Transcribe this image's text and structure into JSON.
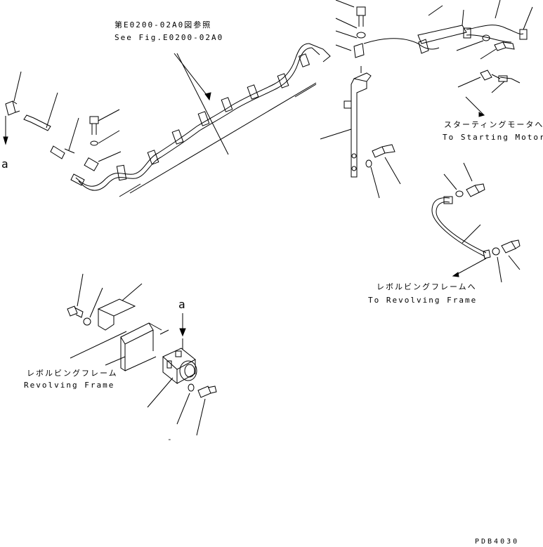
{
  "labels": {
    "ref_jp": "第E0200-02A0図参照",
    "ref_en": "See Fig.E0200-02A0",
    "starting_jp": "スターティングモータへ",
    "starting_en": "To Starting Motor",
    "revolving_upper_jp": "レボルビングフレームへ",
    "revolving_upper_en": "To Revolving Frame",
    "revolving_lower_jp": "レボルビングフレーム",
    "revolving_lower_en": "Revolving Frame",
    "view_mark_top": "a",
    "view_mark_bottom": "a",
    "tick_mark": "-",
    "drawing_code": "PDB4030"
  },
  "colors": {
    "ink": "#000000",
    "paper": "#ffffff"
  }
}
